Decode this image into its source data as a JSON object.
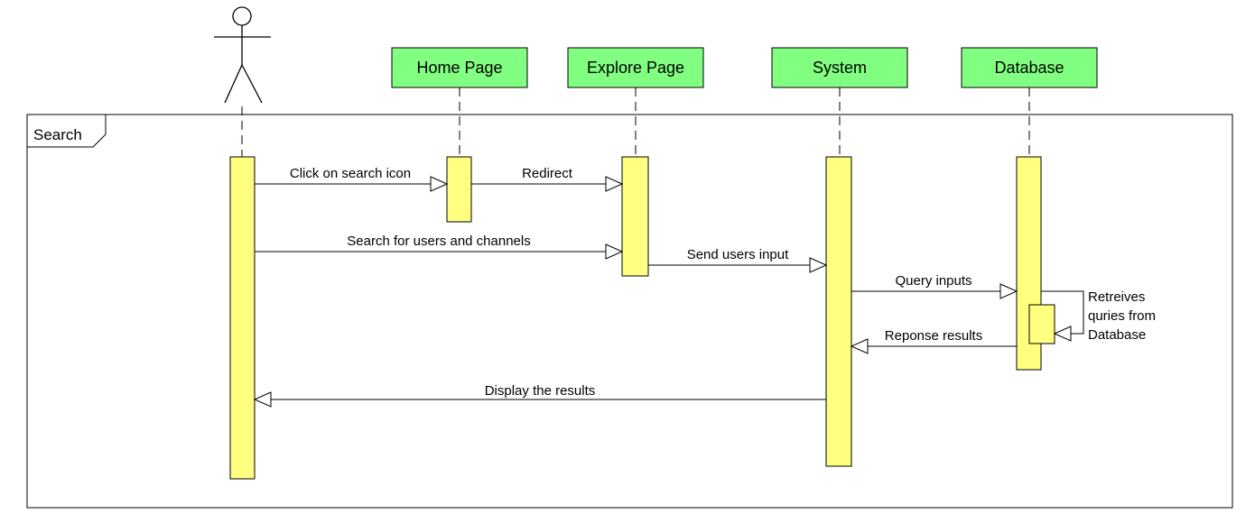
{
  "frame": {
    "label": "Search"
  },
  "actor": {
    "name": ""
  },
  "participants": [
    {
      "id": "home",
      "label": "Home Page"
    },
    {
      "id": "explore",
      "label": "Explore Page"
    },
    {
      "id": "system",
      "label": "System"
    },
    {
      "id": "database",
      "label": "Database"
    }
  ],
  "messages": [
    {
      "id": "click-search-icon",
      "label": "Click on search icon",
      "from": "actor",
      "to": "home"
    },
    {
      "id": "redirect",
      "label": "Redirect",
      "from": "home",
      "to": "explore"
    },
    {
      "id": "search-users-channels",
      "label": "Search for users and channels",
      "from": "actor",
      "to": "explore"
    },
    {
      "id": "send-users-input",
      "label": "Send users input",
      "from": "explore",
      "to": "system"
    },
    {
      "id": "query-inputs",
      "label": "Query inputs",
      "from": "system",
      "to": "database"
    },
    {
      "id": "retrieves-queries",
      "label_lines": [
        "Retreives",
        "quries from",
        "Database"
      ],
      "from": "database",
      "to": "database"
    },
    {
      "id": "response-results",
      "label": "Reponse results",
      "from": "database",
      "to": "system"
    },
    {
      "id": "display-results",
      "label": "Display the results",
      "from": "system",
      "to": "actor"
    }
  ],
  "colors": {
    "participant_fill": "#80ff80",
    "activation_fill": "#ffff80",
    "line": "#000000",
    "background": "#ffffff"
  }
}
